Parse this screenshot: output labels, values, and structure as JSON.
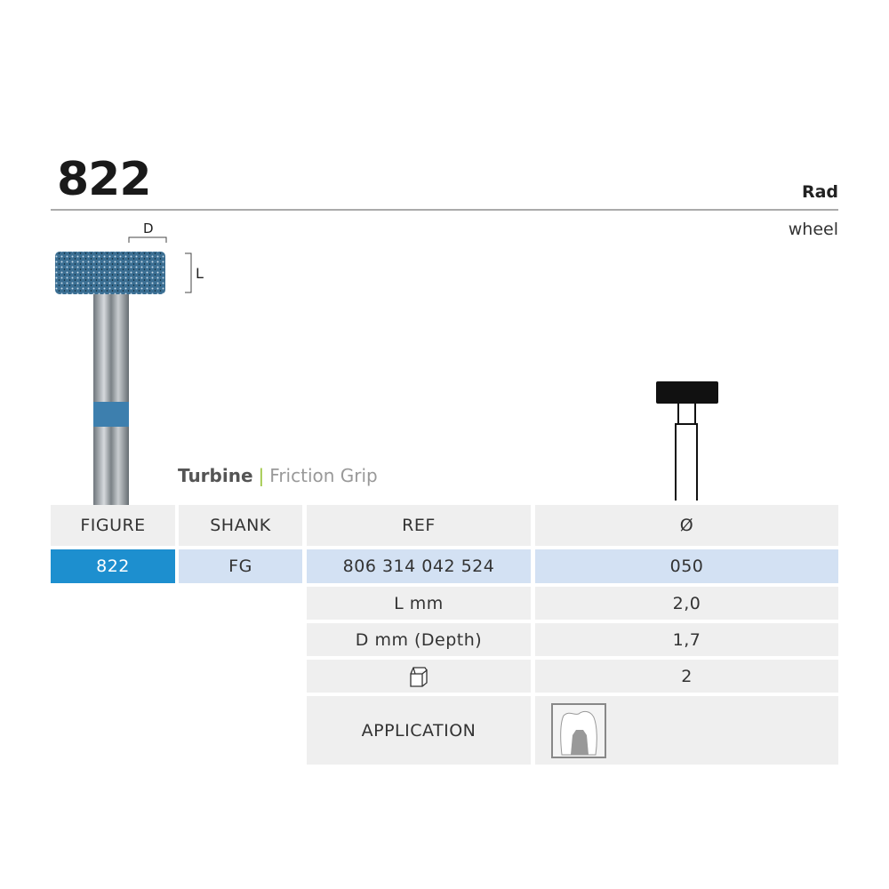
{
  "product": {
    "number": "822",
    "name": "Rad",
    "shape": "wheel"
  },
  "dimension_labels": {
    "d": "D",
    "l": "L"
  },
  "shank_type": {
    "primary": "Turbine",
    "separator": "|",
    "secondary": "Friction Grip"
  },
  "table": {
    "headers": [
      "FIGURE",
      "SHANK",
      "REF",
      "Ø"
    ],
    "row": {
      "figure": "822",
      "shank": "FG",
      "ref": "806 314 042 524",
      "diameter": "050"
    },
    "specs": [
      {
        "label": "L mm",
        "value": "2,0"
      },
      {
        "label": "D mm (Depth)",
        "value": "1,7"
      },
      {
        "label_icon": "package-icon",
        "value": "2"
      }
    ],
    "application_label": "APPLICATION",
    "application_icon": "tooth-application-icon"
  },
  "colors": {
    "accent": "#1d8fcf",
    "highlight": "#d3e1f3",
    "header": "#efefef"
  }
}
